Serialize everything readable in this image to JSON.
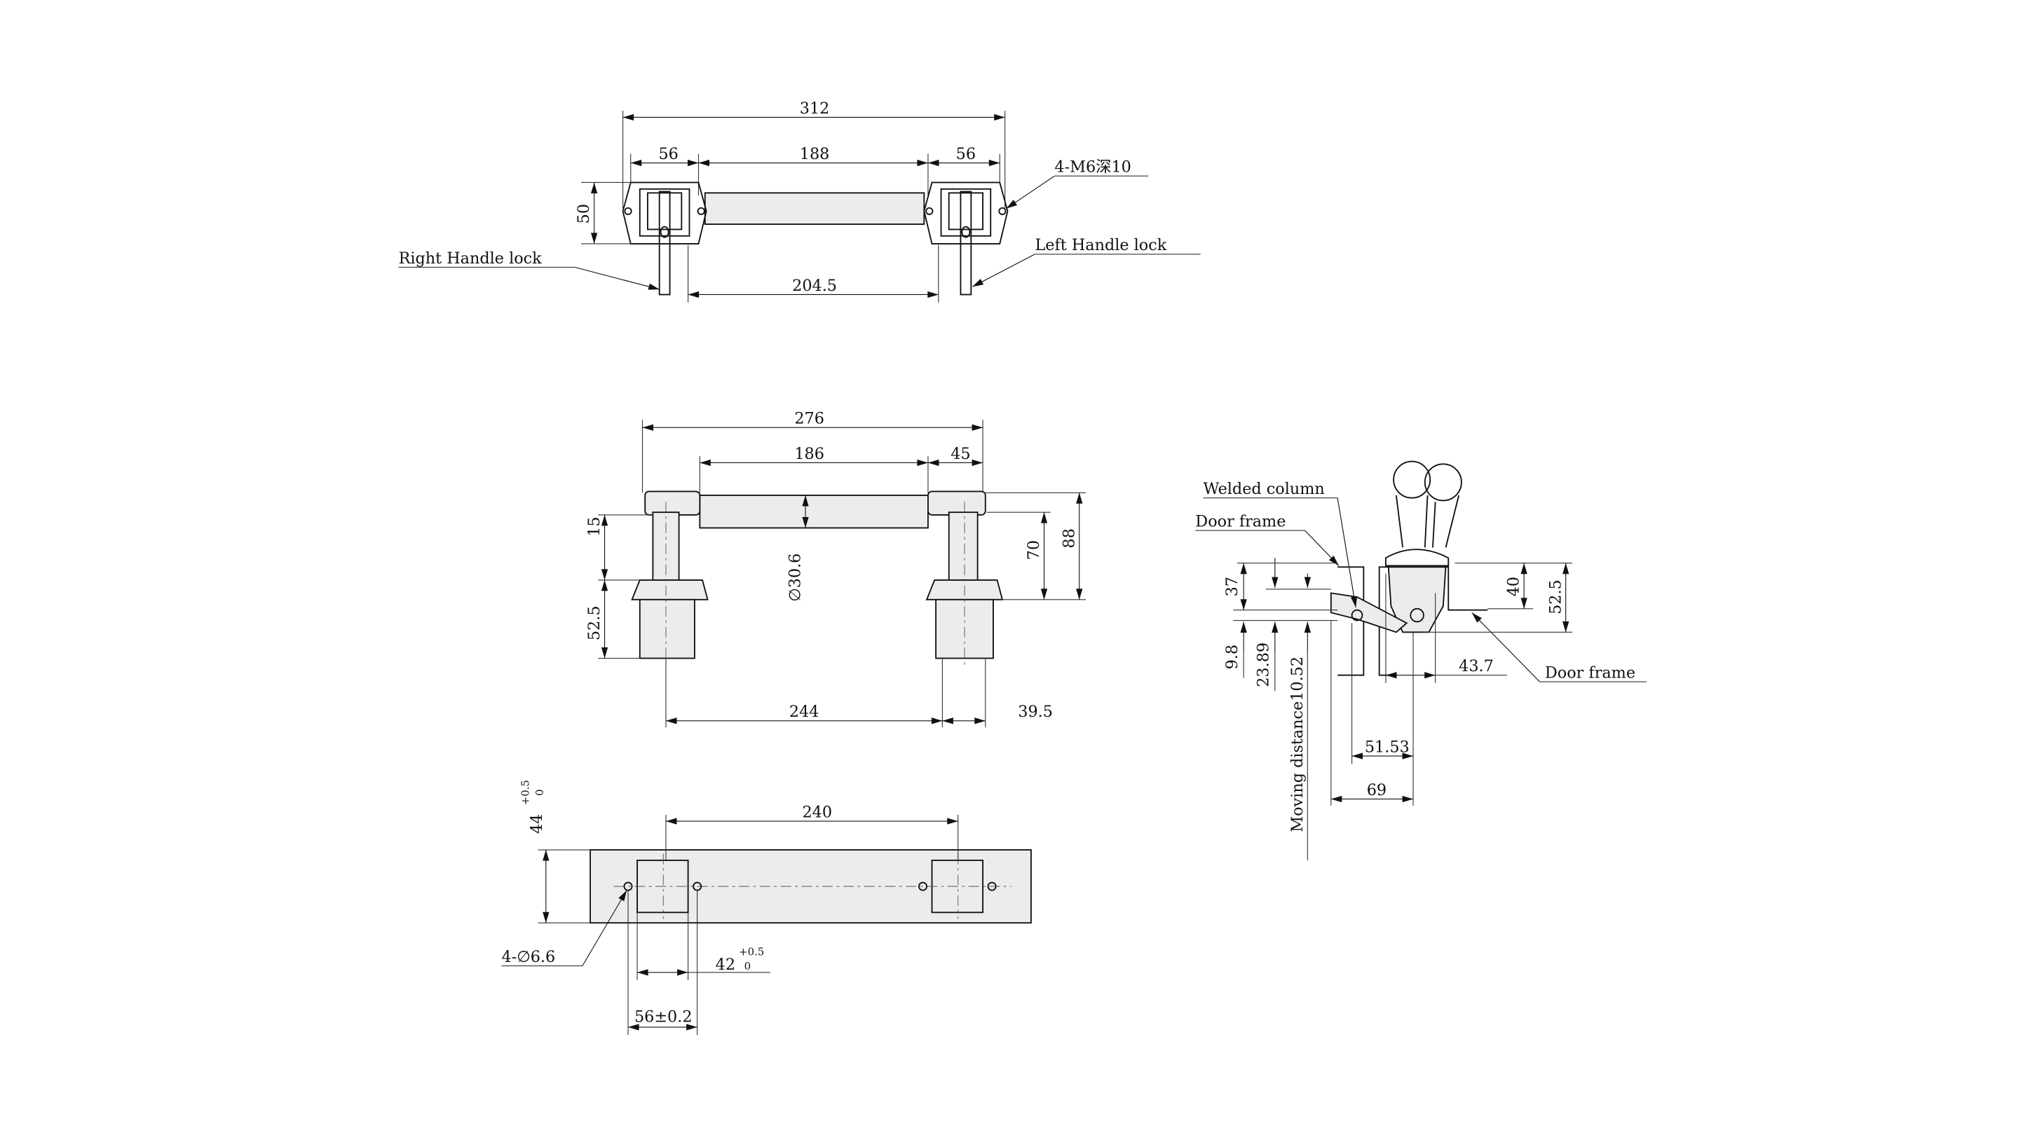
{
  "top_view": {
    "overall_length": "312",
    "bracket_left_width": "56",
    "bar_length": "188",
    "bracket_right_width": "56",
    "thread_note": "4-M6深10",
    "height": "50",
    "right_lock_label": "Right Handle lock",
    "left_lock_label": "Left Handle lock",
    "lock_spacing": "204.5"
  },
  "front_view": {
    "overall_length": "276",
    "bar_length": "186",
    "end_width": "45",
    "diameter": "∅30.6",
    "dim_15": "15",
    "dim_52_5": "52.5",
    "dim_70": "70",
    "dim_88": "88",
    "lock_spacing": "244",
    "dim_39_5": "39.5"
  },
  "cutout_view": {
    "height": "44",
    "height_tol_upper": "+0.5",
    "height_tol_lower": "0",
    "square_spacing": "240",
    "hole_note": "4-∅6.6",
    "square_width": "42",
    "square_tol_upper": "+0.5",
    "square_tol_lower": "0",
    "hole_spacing": "56±0.2"
  },
  "side_view": {
    "welded_column_label": "Welded column",
    "door_frame_left_label": "Door frame",
    "door_frame_right_label": "Door frame",
    "dim_37": "37",
    "dim_9_8": "9.8",
    "dim_23_89": "23.89",
    "moving_distance": "Moving distance10.52",
    "dim_40": "40",
    "dim_52_5": "52.5",
    "dim_43_7": "43.7",
    "dim_51_53": "51.53",
    "dim_69": "69"
  }
}
